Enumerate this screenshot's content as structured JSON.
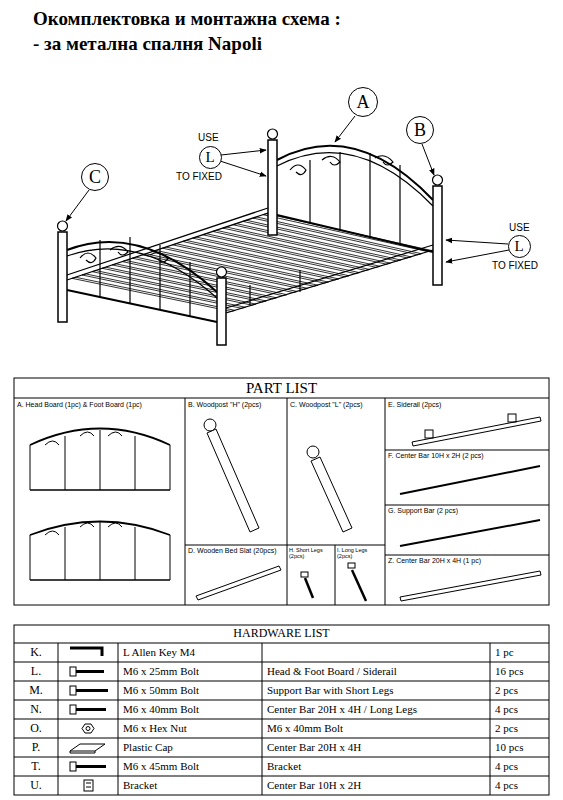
{
  "diagram": {
    "title": "Окомплектовка и монтажна схема :",
    "nodes": [
      {
        "text": [
          "A"
        ]
      },
      {
        "text": [
          "B"
        ]
      },
      {
        "text": [
          "C"
        ]
      },
      {
        "text": [
          "L"
        ]
      },
      {
        "text": [
          "L"
        ]
      }
    ],
    "labels": [
      "- за метална спалня Napoli",
      "USE",
      "TO FIXED",
      "USE",
      "TO FIXED",
      "PART LIST",
      "A. Head Board (1pc) & Foot Board (1pc)",
      "B. Woodpost \"H\" (2pcs)",
      "C. Woodpost \"L\" (2pcs)",
      "E. Siderail (2pcs)",
      "F. Center Bar 10H x 2H (2 pcs)",
      "G. Support Bar (2 pcs)",
      "Z. Center Bar 20H x 4H (1 pc)",
      "D. Wooden Bed Slat (20pcs)",
      "H. Short Legs (2pcs)",
      "I. Long Legs (2pcs)",
      "HARDWARE LIST",
      "K.",
      "L Allen Key M4",
      "1 pc",
      "L.",
      "M6 x 25mm Bolt",
      "Head & Foot Board / Siderail",
      "16 pcs",
      "M.",
      "M6 x 50mm Bolt",
      "Support Bar with Short Legs",
      "2 pcs",
      "N.",
      "M6 x 40mm Bolt",
      "Center Bar 20H x 4H / Long Legs",
      "4 pcs",
      "O.",
      "M6 x Hex Nut",
      "M6 x 40mm Bolt",
      "2 pcs",
      "P.",
      "Plastic Cap",
      "Center Bar 20H x 4H",
      "10 pcs",
      "T.",
      "M6 x 45mm Bolt",
      "Bracket",
      "4 pcs",
      "U.",
      "Bracket",
      "Center Bar 10H x 2H",
      "4 pcs"
    ]
  }
}
